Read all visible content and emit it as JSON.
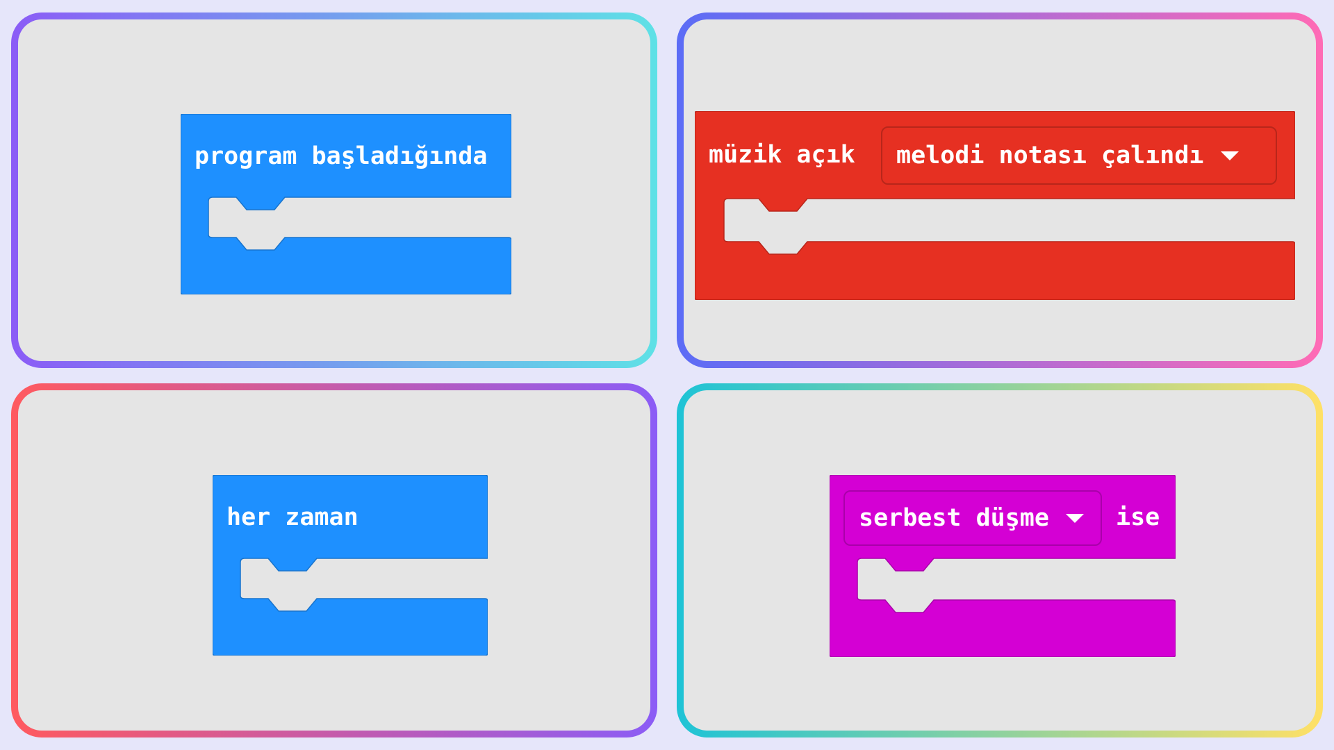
{
  "blocks": {
    "on_start": {
      "label": "program başladığında",
      "color": "#1E90FF"
    },
    "music_event": {
      "label": "müzik açık",
      "dropdown_value": "melodi notası çalındı",
      "color": "#E63022",
      "dropdown_border": "#B8261B"
    },
    "forever": {
      "label": "her zaman",
      "color": "#1E90FF"
    },
    "gesture_event": {
      "dropdown_value": "serbest düşme",
      "suffix": "ise",
      "color": "#D400D4",
      "dropdown_border": "#AA00AA"
    }
  },
  "panel_gradients": {
    "top_left": [
      "#8B5CF6",
      "#5EE1E6"
    ],
    "top_right": [
      "#5B6CF6",
      "#FF6BB5"
    ],
    "bottom_left": [
      "#FF5A5F",
      "#8B5CF6"
    ],
    "bottom_right": [
      "#1EC3D6",
      "#FFE066"
    ]
  }
}
